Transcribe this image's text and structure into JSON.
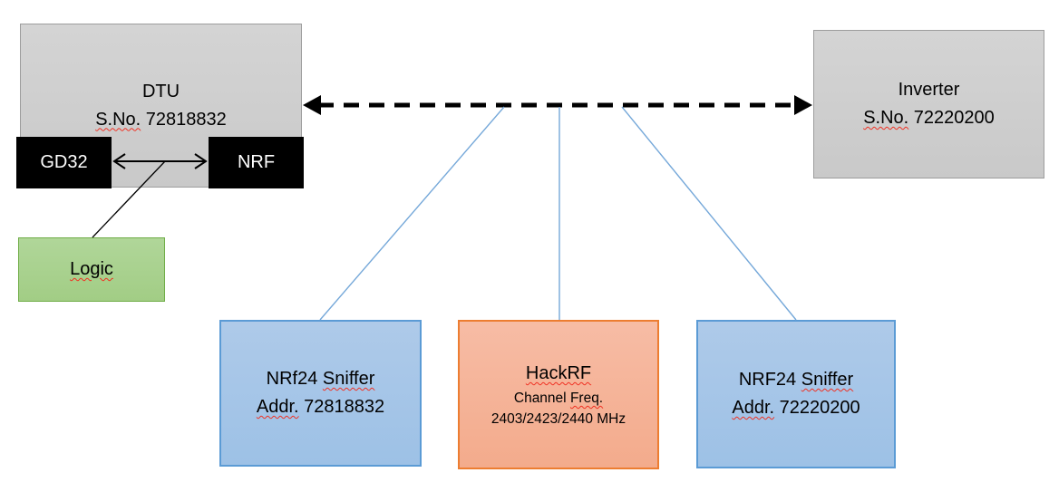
{
  "dtu": {
    "title": "DTU",
    "serial_label": "S.No.",
    "serial_number": "72818832"
  },
  "gd32": {
    "label": "GD32"
  },
  "nrf": {
    "label": "NRF"
  },
  "logic": {
    "label": "Logic"
  },
  "inverter": {
    "title": "Inverter",
    "serial_label": "S.No.",
    "serial_number": "72220200"
  },
  "sniffer1": {
    "name": "NRf24",
    "type": "Sniffer",
    "addr_label": "Addr.",
    "addr_number": "72818832"
  },
  "hackrf": {
    "title": "HackRF",
    "channel_label": "Channel",
    "freq_label": "Freq.",
    "frequencies": "2403/2423/2440 MHz"
  },
  "sniffer2": {
    "name": "NRF24",
    "type": "Sniffer",
    "addr_label": "Addr.",
    "addr_number": "72220200"
  },
  "colors": {
    "gray_fill": "#cecece",
    "gray_border": "#9d9d9d",
    "black_fill": "#000000",
    "green_fill": "#a9d18e",
    "green_border": "#70ad47",
    "blue_fill": "#a7c6e8",
    "blue_border": "#5b9bd5",
    "orange_fill": "#f5b49a",
    "orange_border": "#ed7d31",
    "connector_blue": "#75a8d9",
    "arrow_black": "#000000",
    "squiggle_red": "#f03022"
  }
}
